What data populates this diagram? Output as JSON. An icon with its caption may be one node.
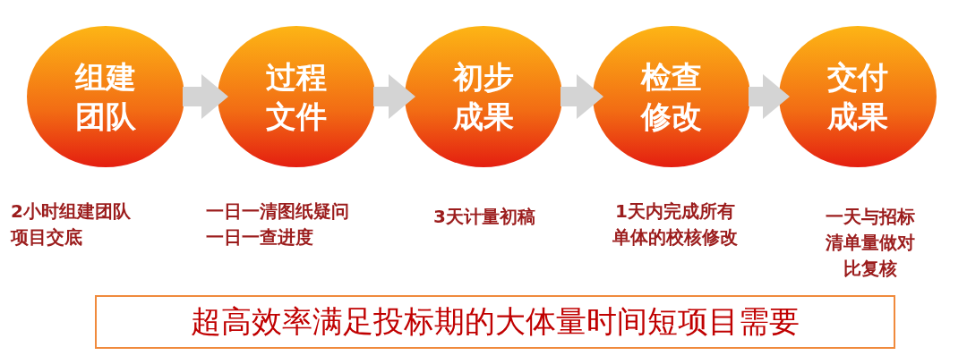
{
  "diagram": {
    "nodes": [
      {
        "text": [
          "组建团队"
        ],
        "beside": [
          "2小时组建团队",
          "项目交底"
        ]
      },
      {
        "text": [
          "过程文件"
        ],
        "beside": [
          "一日一清图纸疑问",
          "一日一查进度"
        ]
      },
      {
        "text": [
          "初步成果"
        ],
        "beside": [
          "3天计量初稿"
        ]
      },
      {
        "text": [
          "检查修改"
        ],
        "beside": [
          "1天内完成所有单体的校核修改"
        ]
      },
      {
        "text": [
          "交付成果"
        ]
      },
      {
        "text": [
          "超高效率满足投标期的大体量时间短项目需要"
        ]
      }
    ],
    "edges": [
      {
        "from": 0,
        "to": 1,
        "arrow": "to"
      },
      {
        "from": 1,
        "to": 2,
        "arrow": "to"
      },
      {
        "from": 2,
        "to": 3,
        "arrow": "to"
      },
      {
        "from": 3,
        "to": 4,
        "arrow": "to"
      }
    ],
    "labels": [
      "一天与招标清单量做对比复核"
    ]
  }
}
